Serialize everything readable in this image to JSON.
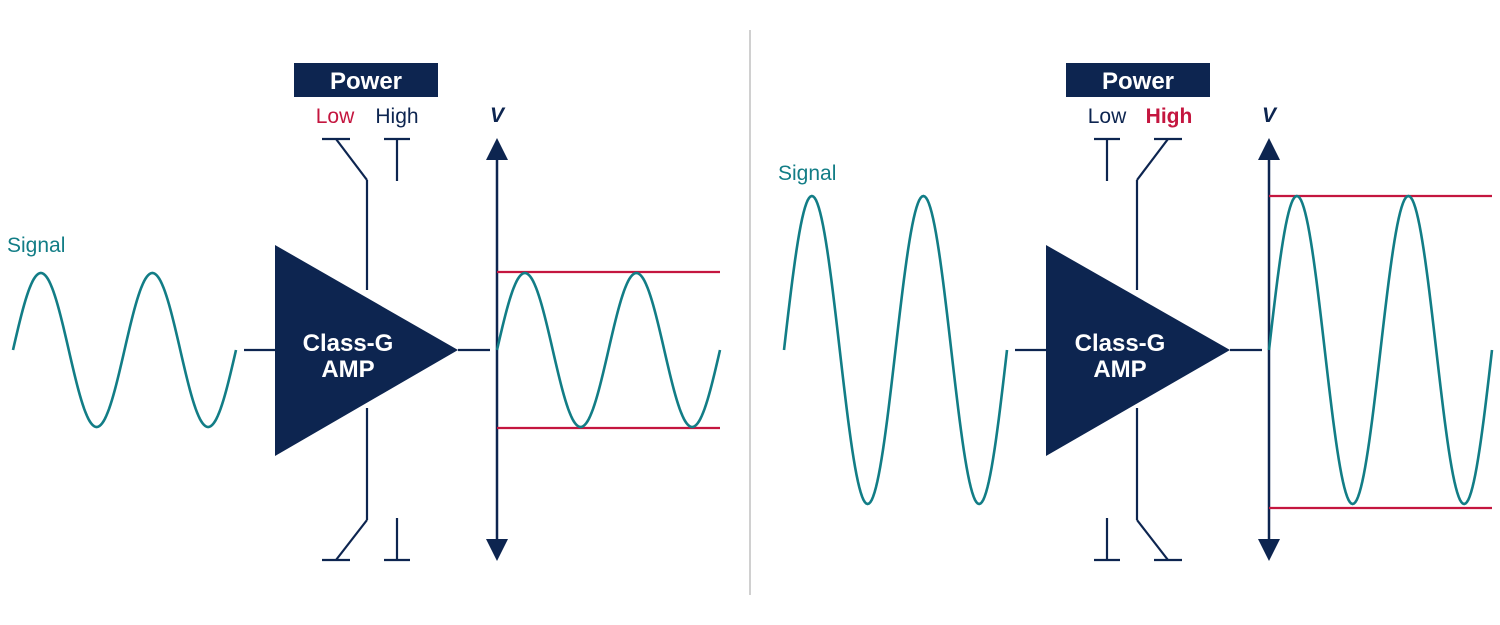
{
  "colors": {
    "navy": "#0d2550",
    "teal": "#127d86",
    "red": "#c4163f",
    "divider": "#cfcfcf",
    "white": "#ffffff"
  },
  "panels": [
    {
      "power_label": "Power",
      "switch_low_label": "Low",
      "switch_high_label": "High",
      "active_switch": "low",
      "axis_label": "V",
      "signal_label": "Signal",
      "amp_label_line1": "Class-G",
      "amp_label_line2": "AMP"
    },
    {
      "power_label": "Power",
      "switch_low_label": "Low",
      "switch_high_label": "High",
      "active_switch": "high",
      "axis_label": "V",
      "signal_label": "Signal",
      "amp_label_line1": "Class-G",
      "amp_label_line2": "AMP"
    }
  ]
}
